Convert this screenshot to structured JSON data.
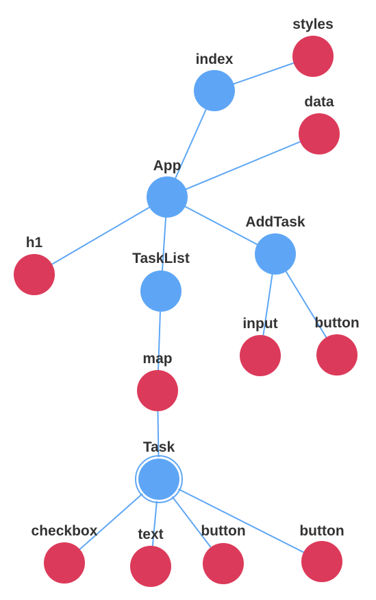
{
  "colors": {
    "component": "#5ea6f5",
    "element": "#dc3a5a",
    "edge": "#5ea6f5",
    "label": "#333333"
  },
  "nodes": [
    {
      "id": "index",
      "label": "index",
      "kind": "component"
    },
    {
      "id": "styles",
      "label": "styles",
      "kind": "element"
    },
    {
      "id": "data",
      "label": "data",
      "kind": "element"
    },
    {
      "id": "app",
      "label": "App",
      "kind": "component"
    },
    {
      "id": "h1",
      "label": "h1",
      "kind": "element"
    },
    {
      "id": "tasklist",
      "label": "TaskList",
      "kind": "component"
    },
    {
      "id": "addtask",
      "label": "AddTask",
      "kind": "component"
    },
    {
      "id": "input",
      "label": "input",
      "kind": "element"
    },
    {
      "id": "addtask-button",
      "label": "button",
      "kind": "element"
    },
    {
      "id": "map",
      "label": "map",
      "kind": "element"
    },
    {
      "id": "task",
      "label": "Task",
      "kind": "component",
      "selected": true
    },
    {
      "id": "checkbox",
      "label": "checkbox",
      "kind": "element"
    },
    {
      "id": "text",
      "label": "text",
      "kind": "element"
    },
    {
      "id": "task-button-1",
      "label": "button",
      "kind": "element"
    },
    {
      "id": "task-button-2",
      "label": "button",
      "kind": "element"
    }
  ],
  "edges": [
    {
      "from": "index",
      "to": "styles"
    },
    {
      "from": "index",
      "to": "app"
    },
    {
      "from": "app",
      "to": "data"
    },
    {
      "from": "app",
      "to": "h1"
    },
    {
      "from": "app",
      "to": "tasklist"
    },
    {
      "from": "app",
      "to": "addtask"
    },
    {
      "from": "addtask",
      "to": "input"
    },
    {
      "from": "addtask",
      "to": "addtask-button"
    },
    {
      "from": "tasklist",
      "to": "map"
    },
    {
      "from": "map",
      "to": "task"
    },
    {
      "from": "task",
      "to": "checkbox"
    },
    {
      "from": "task",
      "to": "text"
    },
    {
      "from": "task",
      "to": "task-button-1"
    },
    {
      "from": "task",
      "to": "task-button-2"
    }
  ]
}
